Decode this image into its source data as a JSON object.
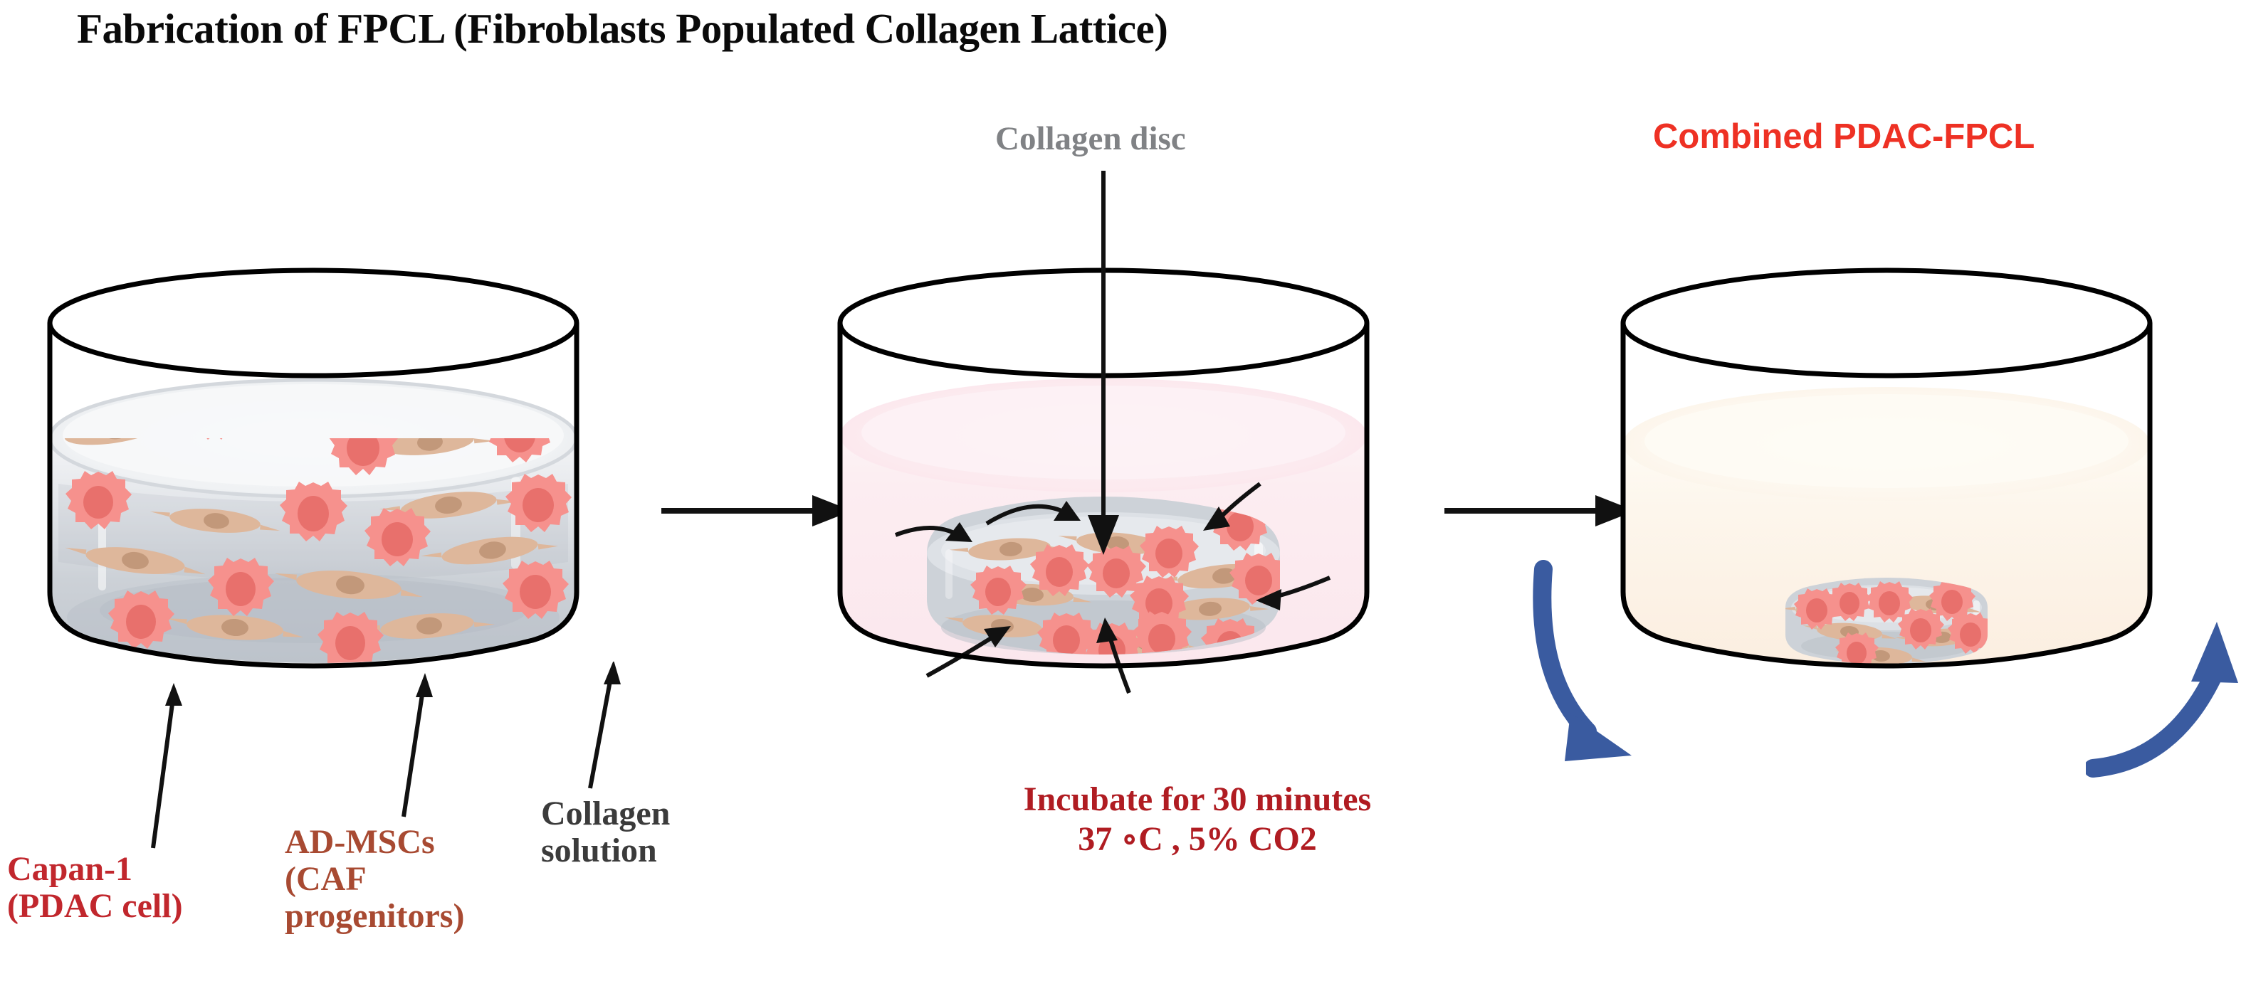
{
  "title": "Fabrication of FPCL (Fibroblasts Populated Collagen Lattice)",
  "labels": {
    "collagen_disc": "Collagen disc",
    "combined": "Combined PDAC-FPCL",
    "capan1_line1": "Capan-1",
    "capan1_line2": "(PDAC cell)",
    "admsc_line1": "AD-MSCs",
    "admsc_line2": "(CAF",
    "admsc_line3": "progenitors)",
    "collagen_sol_line1": "Collagen",
    "collagen_sol_line2": "solution",
    "incubate_line1": "Incubate for 30 minutes",
    "incubate_line2": "37 ∘C ,  5% CO2"
  },
  "colors": {
    "title": "#0a0a0a",
    "collagen_disc_label": "#808285",
    "combined_label": "#EE3124",
    "capan1_label": "#C1272D",
    "admsc_label": "#A84A32",
    "collagen_solution_label": "#3B3B3B",
    "incubate_label": "#B01C22",
    "blue_arrow": "#3A5BA0",
    "step_arrow": "#111111",
    "pdac_cell_body": "#F6918D",
    "pdac_cell_nucleus": "#E8706C",
    "fibroblast_body": "#DEB79B",
    "fibroblast_nucleus": "#C2987A",
    "gel_gray": "#C9CDD2",
    "medium_pink": "#FCEEF2",
    "medium_cream": "#FCF3E6",
    "dish_outline": "#000000"
  },
  "panels": [
    {
      "id": "panel-1",
      "name": "collagen-solution-with-cells",
      "medium": "none",
      "gel": "gray collagen solution filling lower half of dish",
      "callouts": [
        "capan1",
        "admsc",
        "collagen_solution"
      ]
    },
    {
      "id": "panel-2",
      "name": "collagen-disc-incubation",
      "medium": "pale pink",
      "gel": "small gray collagen disc at bottom with densely packed cells",
      "callouts": [
        "collagen_disc"
      ],
      "caption": "Incubate for 30 minutes / 37 ∘C ,  5% CO2"
    },
    {
      "id": "panel-3",
      "name": "combined-pdac-fpcl",
      "medium": "pale cream",
      "gel": "flattened gray collagen disc at bottom with cells",
      "callouts": [
        "combined"
      ]
    }
  ],
  "step_arrows": [
    {
      "name": "arrow-panel1-to-panel2"
    },
    {
      "name": "arrow-panel2-to-panel3"
    }
  ],
  "blue_arrows": [
    {
      "name": "blue-arrow-left-down"
    },
    {
      "name": "blue-arrow-right-up"
    }
  ]
}
